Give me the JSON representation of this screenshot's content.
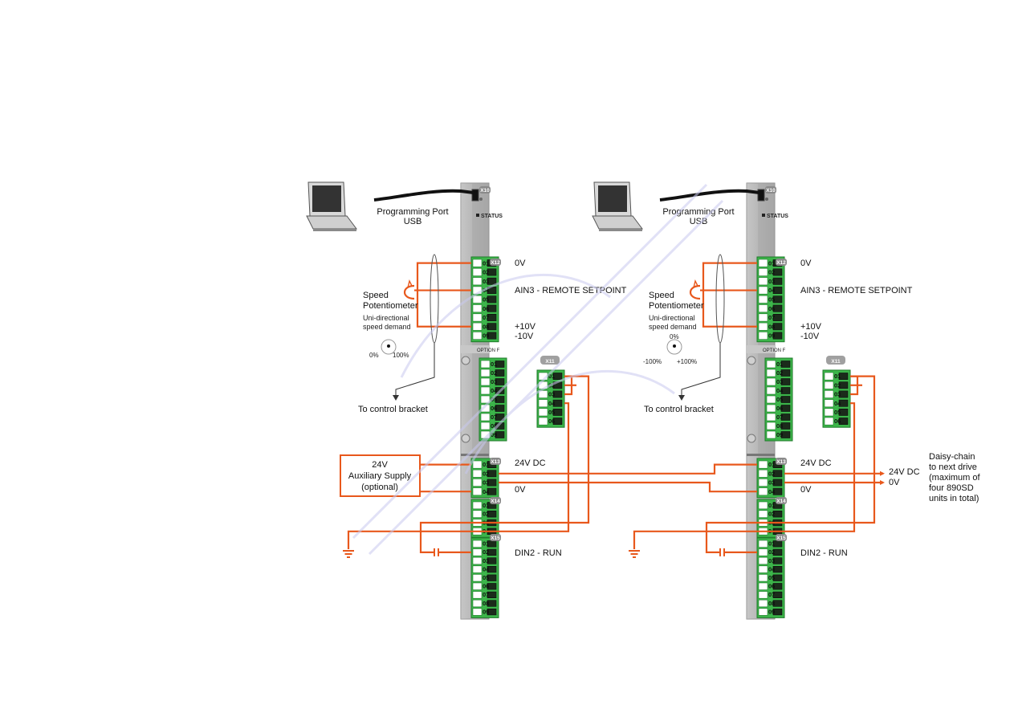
{
  "panels": [
    {
      "id": "left",
      "usb_label_line1": "Programming Port",
      "usb_label_line2": "USB",
      "status_label": "STATUS",
      "x10_tag": "X10",
      "x12_tag": "X12",
      "x13_tag": "X13",
      "x14_tag": "X14",
      "x15_tag": "X15",
      "option_label": "OPTION F",
      "x11_label": "X11",
      "label_0v_top": "0V",
      "label_ain3": "AIN3 - REMOTE SETPOINT",
      "label_plus10": "+10V",
      "label_minus10": "-10V",
      "pot_title1": "Speed",
      "pot_title2": "Potentiometer",
      "pot_desc1": "Uni-directional",
      "pot_desc2": "speed demand",
      "dial_left": "0%",
      "dial_right": "100%",
      "dial_top": "",
      "to_bracket": "To control bracket",
      "label_24vdc": "24V DC",
      "label_0v_mid": "0V",
      "label_din2": "DIN2 - RUN",
      "aux_line1": "24V",
      "aux_line2": "Auxiliary Supply",
      "aux_line3": "(optional)"
    },
    {
      "id": "right",
      "usb_label_line1": "Programming Port",
      "usb_label_line2": "USB",
      "status_label": "STATUS",
      "x10_tag": "X10",
      "x12_tag": "X12",
      "x13_tag": "X13",
      "x14_tag": "X14",
      "x15_tag": "X15",
      "option_label": "OPTION F",
      "x11_label": "X11",
      "label_0v_top": "0V",
      "label_ain3": "AIN3 - REMOTE SETPOINT",
      "label_plus10": "+10V",
      "label_minus10": "-10V",
      "pot_title1": "Speed",
      "pot_title2": "Potentiometer",
      "pot_desc1": "Uni-directional",
      "pot_desc2": "speed demand",
      "dial_left": "-100%",
      "dial_right": "+100%",
      "dial_top": "0%",
      "to_bracket": "To control bracket",
      "label_24vdc": "24V DC",
      "label_0v_mid": "0V",
      "label_din2": "DIN2 - RUN"
    }
  ],
  "daisy_chain": {
    "line1": "Daisy-chain",
    "line2": "to next drive",
    "line3": "(maximum of",
    "line4": "four 890SD",
    "line5": "units in total)",
    "label_24vdc": "24V DC",
    "label_0v": "0V"
  },
  "pins_9": [
    "01",
    "02",
    "03",
    "04",
    "05",
    "06",
    "07",
    "08",
    "09"
  ],
  "pins_6": [
    "01",
    "02",
    "03",
    "04",
    "05",
    "06"
  ],
  "pins_4": [
    "01",
    "02",
    "03",
    "04"
  ],
  "colors": {
    "wire": "#e8581c",
    "terminal": "#3cb54a",
    "terminal_dark": "#1f7a2a",
    "chassis": "#b8b8b8",
    "watermark": "#c8c8f0"
  }
}
